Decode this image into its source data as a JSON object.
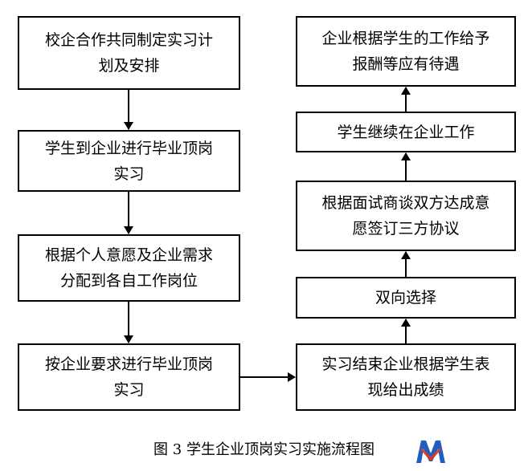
{
  "nodes": {
    "b1": "校企合作共同制定实习计\n划及安排",
    "b2": "学生到企业进行毕业顶岗\n实习",
    "b3": "根据个人意愿及企业需求\n分配到各自工作岗位",
    "b4": "按企业要求进行毕业顶岗\n实习",
    "b5": "企业根据学生的工作给予\n报酬等应有待遇",
    "b6": "学生继续在企业工作",
    "b7": "根据面试商谈双方达成意\n愿签订三方协议",
    "b8": "双向选择",
    "b9": "实习结束企业根据学生表\n现给出成绩"
  },
  "edges": [
    {
      "from": "b1",
      "to": "b2"
    },
    {
      "from": "b2",
      "to": "b3"
    },
    {
      "from": "b3",
      "to": "b4"
    },
    {
      "from": "b4",
      "to": "b9"
    },
    {
      "from": "b9",
      "to": "b8"
    },
    {
      "from": "b8",
      "to": "b7"
    },
    {
      "from": "b7",
      "to": "b6"
    },
    {
      "from": "b6",
      "to": "b5"
    }
  ],
  "caption": "图 3  学生企业顶岗实习实施流程图",
  "colors": {
    "line": "#000000",
    "logo_blue": "#1f5fbf",
    "logo_red": "#d63a2a"
  }
}
